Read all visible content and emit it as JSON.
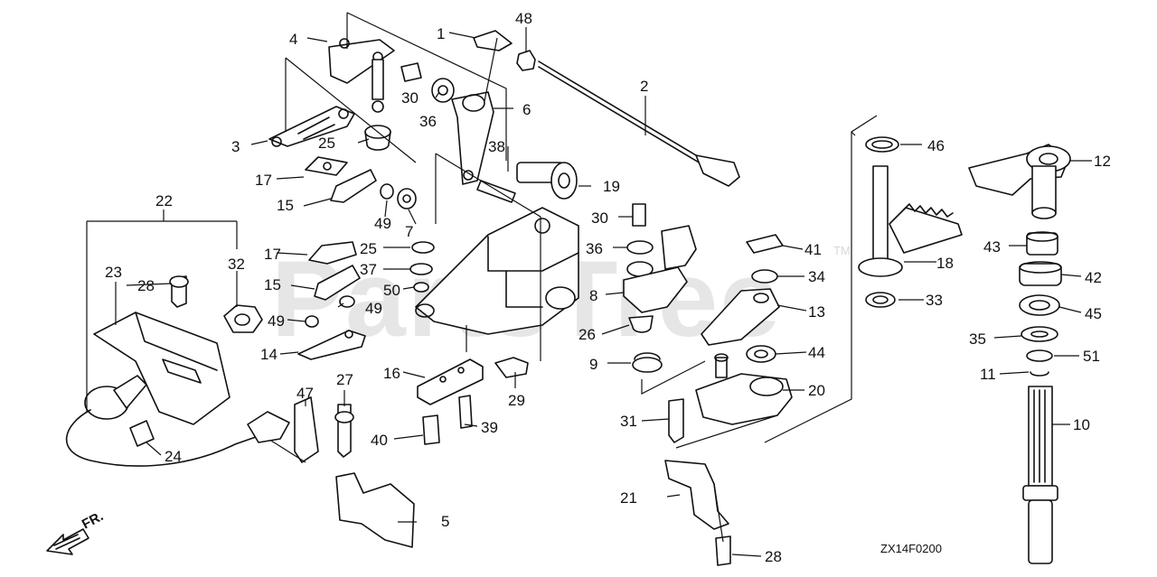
{
  "watermark": {
    "text": "PartsTree",
    "trademark": "TM"
  },
  "direction_label": "FR.",
  "diagram_ref": "ZX14F0200",
  "callouts": {
    "c1": "1",
    "c2": "2",
    "c3": "3",
    "c4": "4",
    "c5": "5",
    "c6": "6",
    "c7": "7",
    "c8": "8",
    "c9": "9",
    "c10": "10",
    "c11": "11",
    "c12": "12",
    "c13": "13",
    "c14": "14",
    "c15a": "15",
    "c15b": "15",
    "c16": "16",
    "c17a": "17",
    "c17b": "17",
    "c18": "18",
    "c19": "19",
    "c20": "20",
    "c21": "21",
    "c22": "22",
    "c23": "23",
    "c24": "24",
    "c25a": "25",
    "c25b": "25",
    "c26": "26",
    "c27": "27",
    "c28a": "28",
    "c28b": "28",
    "c29": "29",
    "c30a": "30",
    "c30b": "30",
    "c31": "31",
    "c32": "32",
    "c33": "33",
    "c34": "34",
    "c35": "35",
    "c36a": "36",
    "c36b": "36",
    "c37": "37",
    "c38": "38",
    "c39": "39",
    "c40": "40",
    "c41": "41",
    "c42": "42",
    "c43": "43",
    "c44": "44",
    "c45": "45",
    "c46": "46",
    "c47": "47",
    "c48": "48",
    "c49a": "49",
    "c49b": "49",
    "c49c": "49",
    "c50": "50",
    "c51": "51"
  }
}
